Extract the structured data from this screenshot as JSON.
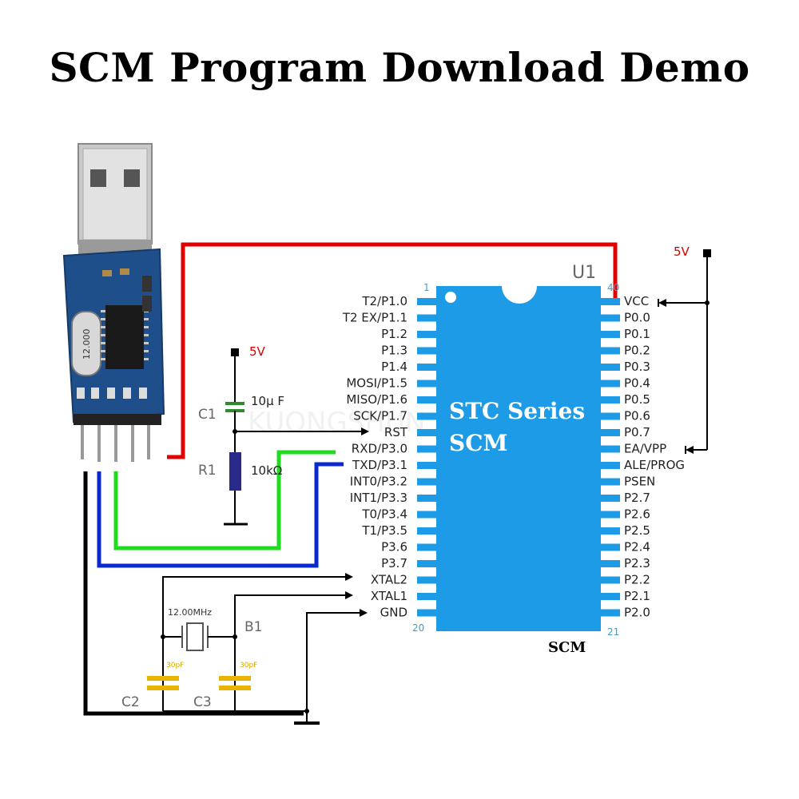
{
  "title": "SCM Program Download Demo",
  "chip": {
    "designator": "U1",
    "line1": "STC Series",
    "line2": "SCM",
    "pin_first": "1",
    "pin_last_left": "20",
    "pin_first_right": "21",
    "pin_top_right": "40",
    "left_pins": [
      "T2/P1.0",
      "T2 EX/P1.1",
      "P1.2",
      "P1.3",
      "P1.4",
      "MOSI/P1.5",
      "MISO/P1.6",
      "SCK/P1.7",
      "RST",
      "RXD/P3.0",
      "TXD/P3.1",
      "INT0/P3.2",
      "INT1/P3.3",
      "T0/P3.4",
      "T1/P3.5",
      "P3.6",
      "P3.7",
      "XTAL2",
      "XTAL1",
      "GND"
    ],
    "right_pins": [
      "VCC",
      "P0.0",
      "P0.1",
      "P0.2",
      "P0.3",
      "P0.4",
      "P0.5",
      "P0.6",
      "P0.7",
      "EA/VPP",
      "ALE/PROG",
      "PSEN",
      "P2.7",
      "P2.6",
      "P2.5",
      "P2.4",
      "P2.3",
      "P2.2",
      "P2.1",
      "P2.0"
    ]
  },
  "caption": "SCM",
  "power": {
    "label_right": "5V",
    "label_left": "5V"
  },
  "components": {
    "c1": {
      "name": "C1",
      "value": "10μ F"
    },
    "r1": {
      "name": "R1",
      "value": "10kΩ"
    },
    "b1": {
      "name": "B1",
      "value": "12.00MHz"
    },
    "c2": {
      "name": "C2",
      "value": "30pF"
    },
    "c3": {
      "name": "C3",
      "value": "30pF"
    }
  },
  "usb": {
    "crystal_label": "12.000"
  },
  "colors": {
    "chip": "#1e9be6",
    "wire_red": "#e00000",
    "wire_green": "#1fdc1f",
    "wire_blue": "#0a2ad0",
    "wire_black": "#000000"
  }
}
